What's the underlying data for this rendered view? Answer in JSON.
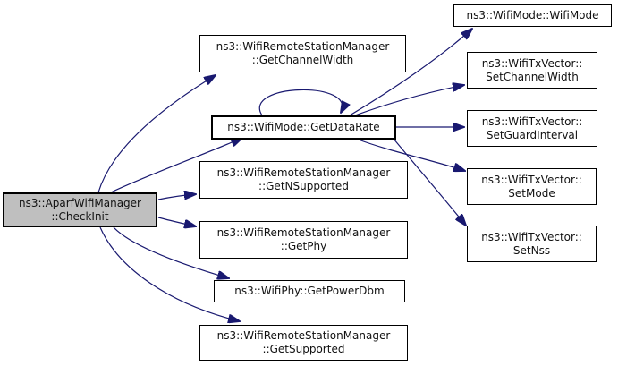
{
  "diagram": {
    "type": "doxygen-call-graph",
    "colors": {
      "edge": "#191970",
      "node_fill": "#ffffff",
      "node_border": "#000000",
      "focus_fill": "#bfbfbf",
      "background": "#ffffff",
      "text": "#111111"
    },
    "nodes": {
      "checkinit": {
        "line1": "ns3::AparfWifiManager",
        "line2": "::CheckInit"
      },
      "getchannelwidth": {
        "line1": "ns3::WifiRemoteStationManager",
        "line2": "::GetChannelWidth"
      },
      "getdatarate": {
        "line1": "ns3::WifiMode::GetDataRate",
        "line2": ""
      },
      "getnsupported": {
        "line1": "ns3::WifiRemoteStationManager",
        "line2": "::GetNSupported"
      },
      "getphy": {
        "line1": "ns3::WifiRemoteStationManager",
        "line2": "::GetPhy"
      },
      "getpowerdbm": {
        "line1": "ns3::WifiPhy::GetPowerDbm",
        "line2": ""
      },
      "getsupported": {
        "line1": "ns3::WifiRemoteStationManager",
        "line2": "::GetSupported"
      },
      "wifimode": {
        "line1": "ns3::WifiMode::WifiMode",
        "line2": ""
      },
      "setchannelwidth": {
        "line1": "ns3::WifiTxVector::",
        "line2": "SetChannelWidth"
      },
      "setguardinterval": {
        "line1": "ns3::WifiTxVector::",
        "line2": "SetGuardInterval"
      },
      "setmode": {
        "line1": "ns3::WifiTxVector::",
        "line2": "SetMode"
      },
      "setnss": {
        "line1": "ns3::WifiTxVector::",
        "line2": "SetNss"
      }
    },
    "edges": [
      {
        "from": "ns3::AparfWifiManager::CheckInit",
        "to": "ns3::WifiRemoteStationManager::GetChannelWidth"
      },
      {
        "from": "ns3::AparfWifiManager::CheckInit",
        "to": "ns3::WifiMode::GetDataRate"
      },
      {
        "from": "ns3::AparfWifiManager::CheckInit",
        "to": "ns3::WifiRemoteStationManager::GetNSupported"
      },
      {
        "from": "ns3::AparfWifiManager::CheckInit",
        "to": "ns3::WifiRemoteStationManager::GetPhy"
      },
      {
        "from": "ns3::AparfWifiManager::CheckInit",
        "to": "ns3::WifiPhy::GetPowerDbm"
      },
      {
        "from": "ns3::AparfWifiManager::CheckInit",
        "to": "ns3::WifiRemoteStationManager::GetSupported"
      },
      {
        "from": "ns3::WifiMode::GetDataRate",
        "to": "ns3::WifiMode::GetDataRate"
      },
      {
        "from": "ns3::WifiMode::GetDataRate",
        "to": "ns3::WifiMode::WifiMode"
      },
      {
        "from": "ns3::WifiMode::GetDataRate",
        "to": "ns3::WifiTxVector::SetChannelWidth"
      },
      {
        "from": "ns3::WifiMode::GetDataRate",
        "to": "ns3::WifiTxVector::SetGuardInterval"
      },
      {
        "from": "ns3::WifiMode::GetDataRate",
        "to": "ns3::WifiTxVector::SetMode"
      },
      {
        "from": "ns3::WifiMode::GetDataRate",
        "to": "ns3::WifiTxVector::SetNss"
      }
    ]
  }
}
